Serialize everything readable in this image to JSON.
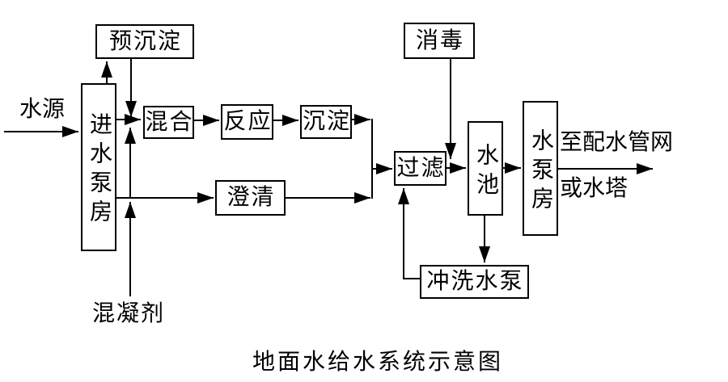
{
  "title": "地面水给水系统示意图",
  "colors": {
    "background": "#ffffff",
    "line": "#000000",
    "box_border": "#000000",
    "text": "#000000"
  },
  "nodes": {
    "pre_sedimentation": {
      "label": "预沉淀"
    },
    "intake_pump_house": {
      "label": "进水泵房",
      "orientation": "vertical"
    },
    "mixing": {
      "label": "混合"
    },
    "reaction": {
      "label": "反应"
    },
    "sedimentation": {
      "label": "沉淀"
    },
    "clarification": {
      "label": "澄清"
    },
    "disinfection": {
      "label": "消毒"
    },
    "filtration": {
      "label": "过滤"
    },
    "clear_water_tank": {
      "label": "水池",
      "orientation": "vertical"
    },
    "pump_house": {
      "label": "水泵房",
      "orientation": "vertical"
    },
    "backwash_pump": {
      "label": "冲洗水泵"
    }
  },
  "labels": {
    "water_source": "水源",
    "coagulant": "混凝剂",
    "to_distribution_network": "至配水管网",
    "or_water_tower": "或水塔"
  },
  "edges": [
    {
      "from": "water_source",
      "to": "intake_pump_house"
    },
    {
      "from": "intake_pump_house",
      "to": "pre_sedimentation"
    },
    {
      "from": "pre_sedimentation",
      "to": "mixing"
    },
    {
      "from": "intake_pump_house",
      "to": "mixing"
    },
    {
      "from": "coagulant",
      "to": "mixing_inlet_line"
    },
    {
      "from": "coagulant",
      "to": "clarification_inlet_line"
    },
    {
      "from": "mixing",
      "to": "reaction"
    },
    {
      "from": "reaction",
      "to": "sedimentation"
    },
    {
      "from": "sedimentation",
      "to": "filtration"
    },
    {
      "from": "intake_pump_house",
      "to": "clarification"
    },
    {
      "from": "clarification",
      "to": "filtration"
    },
    {
      "from": "disinfection",
      "to": "filtration_outlet_line"
    },
    {
      "from": "filtration",
      "to": "clear_water_tank"
    },
    {
      "from": "clear_water_tank",
      "to": "pump_house"
    },
    {
      "from": "pump_house",
      "to": "to_distribution_network_or_water_tower"
    },
    {
      "from": "clear_water_tank",
      "to": "backwash_pump"
    },
    {
      "from": "backwash_pump",
      "to": "filtration"
    }
  ]
}
